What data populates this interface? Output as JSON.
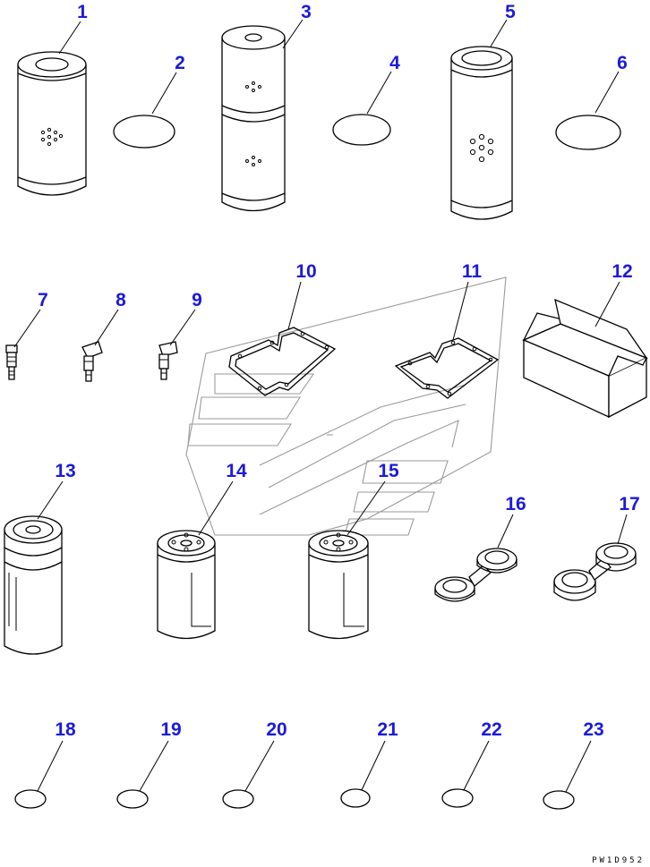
{
  "labels": {
    "p1": "1",
    "p2": "2",
    "p3": "3",
    "p4": "4",
    "p5": "5",
    "p6": "6",
    "p7": "7",
    "p8": "8",
    "p9": "9",
    "p10": "10",
    "p11": "11",
    "p12": "12",
    "p13": "13",
    "p14": "14",
    "p15": "15",
    "p16": "16",
    "p17": "17",
    "p18": "18",
    "p19": "19",
    "p20": "20",
    "p21": "21",
    "p22": "22",
    "p23": "23"
  },
  "drawing_code": "PW1D952",
  "colors": {
    "label": "#1a1adb",
    "line": "#000000",
    "watermark": "#9a9a9a"
  }
}
